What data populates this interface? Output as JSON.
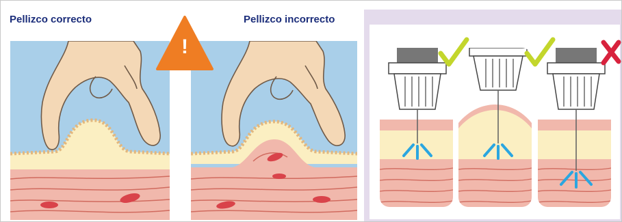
{
  "labels": {
    "correct": "Pellizco correcto",
    "incorrect": "Pellizco incorrecto",
    "warning_symbol": "!"
  },
  "colors": {
    "title_text": "#1b2d7a",
    "sky": "#a9cfe9",
    "skin_outer": "#f3dcae",
    "fat": "#fbefc2",
    "muscle": "#f1b8ac",
    "muscle_line": "#d06a5e",
    "blood_vessel": "#d9434a",
    "hand": "#f4d8b6",
    "warning": "#ef7d23",
    "check": "#c3d62c",
    "cross": "#d8223d",
    "arrow": "#2aa6e0",
    "panel_bg": "#e4dbec"
  },
  "icons": {
    "warning": "warning-triangle-icon",
    "check": "check-mark-icon",
    "cross": "cross-mark-icon"
  },
  "injection_results": [
    "correct",
    "correct",
    "incorrect"
  ]
}
